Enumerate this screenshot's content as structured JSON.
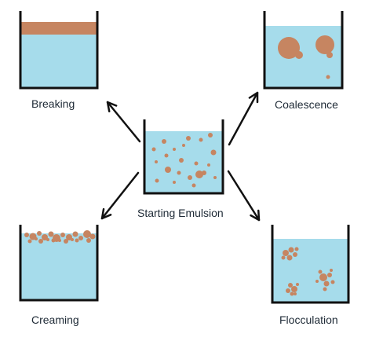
{
  "labels": {
    "breaking": "Breaking",
    "coalescence": "Coalescence",
    "starting": "Starting Emulsion",
    "creaming": "Creaming",
    "flocculation": "Flocculation"
  },
  "colors": {
    "liquid": "#a6dceb",
    "droplet": "#c68561",
    "oil_layer": "#c68561",
    "outline": "#111111",
    "text": "#1e2a36"
  }
}
